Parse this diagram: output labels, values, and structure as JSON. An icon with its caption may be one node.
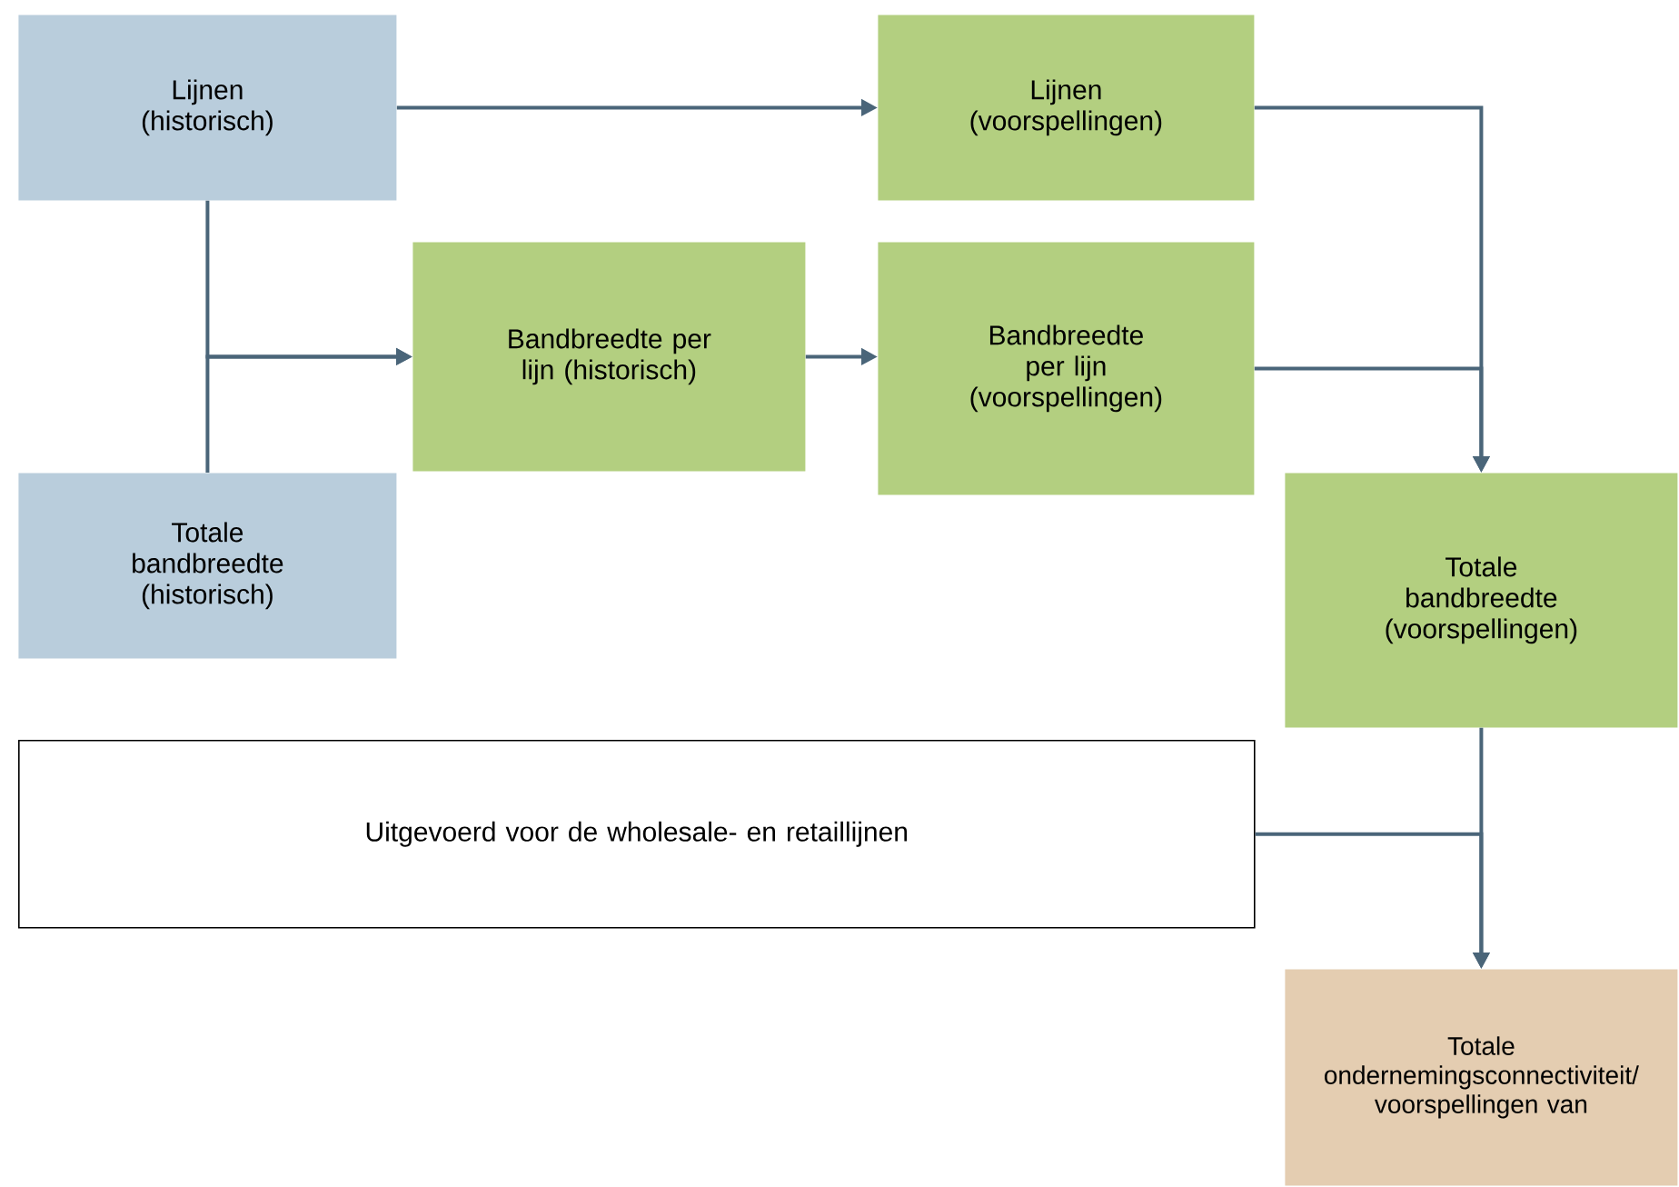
{
  "diagram": {
    "nodes": [
      {
        "text": [
          "Lijnen (historisch)"
        ]
      },
      {
        "text": [
          "Lijnen (voorspellingen)"
        ]
      },
      {
        "text": [
          "Bandbreedte per lijn (historisch)"
        ]
      },
      {
        "text": [
          "Bandbreedte per lijn (voorspellingen)"
        ]
      },
      {
        "text": [
          "Totale bandbreedte (historisch)"
        ]
      },
      {
        "text": [
          "Totale bandbreedte (voorspellingen)"
        ]
      },
      {
        "text": [
          "Uitgevoerd voor de wholesale- en retaillijnen"
        ]
      },
      {
        "text": [
          "Totale ondernemingsconnectiviteit/voorspellingen van"
        ]
      }
    ],
    "edges": [
      {
        "from": 0,
        "to": 1,
        "arrow": "to"
      },
      {
        "from": 0,
        "to": 2,
        "arrow": "to"
      },
      {
        "from": 4,
        "to": 2,
        "arrow": "to"
      },
      {
        "from": 2,
        "to": 3,
        "arrow": "to"
      },
      {
        "from": 1,
        "to": 5,
        "arrow": "to"
      },
      {
        "from": 3,
        "to": 5,
        "arrow": "to"
      },
      {
        "from": 5,
        "to": 7,
        "arrow": "to"
      },
      {
        "from": 6,
        "to": 7,
        "arrow": "to"
      }
    ]
  }
}
